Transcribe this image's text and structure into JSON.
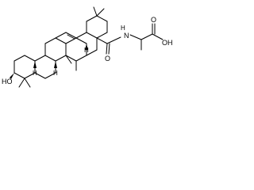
{
  "structure": {
    "atom_labels": {
      "oh_left": "HO",
      "h_c5": "H",
      "h_c9": "H",
      "h_c18": "H",
      "o_amide": "O",
      "nh": "H",
      "n": "N",
      "o_acid": "O",
      "oh_acid": "OH"
    }
  }
}
